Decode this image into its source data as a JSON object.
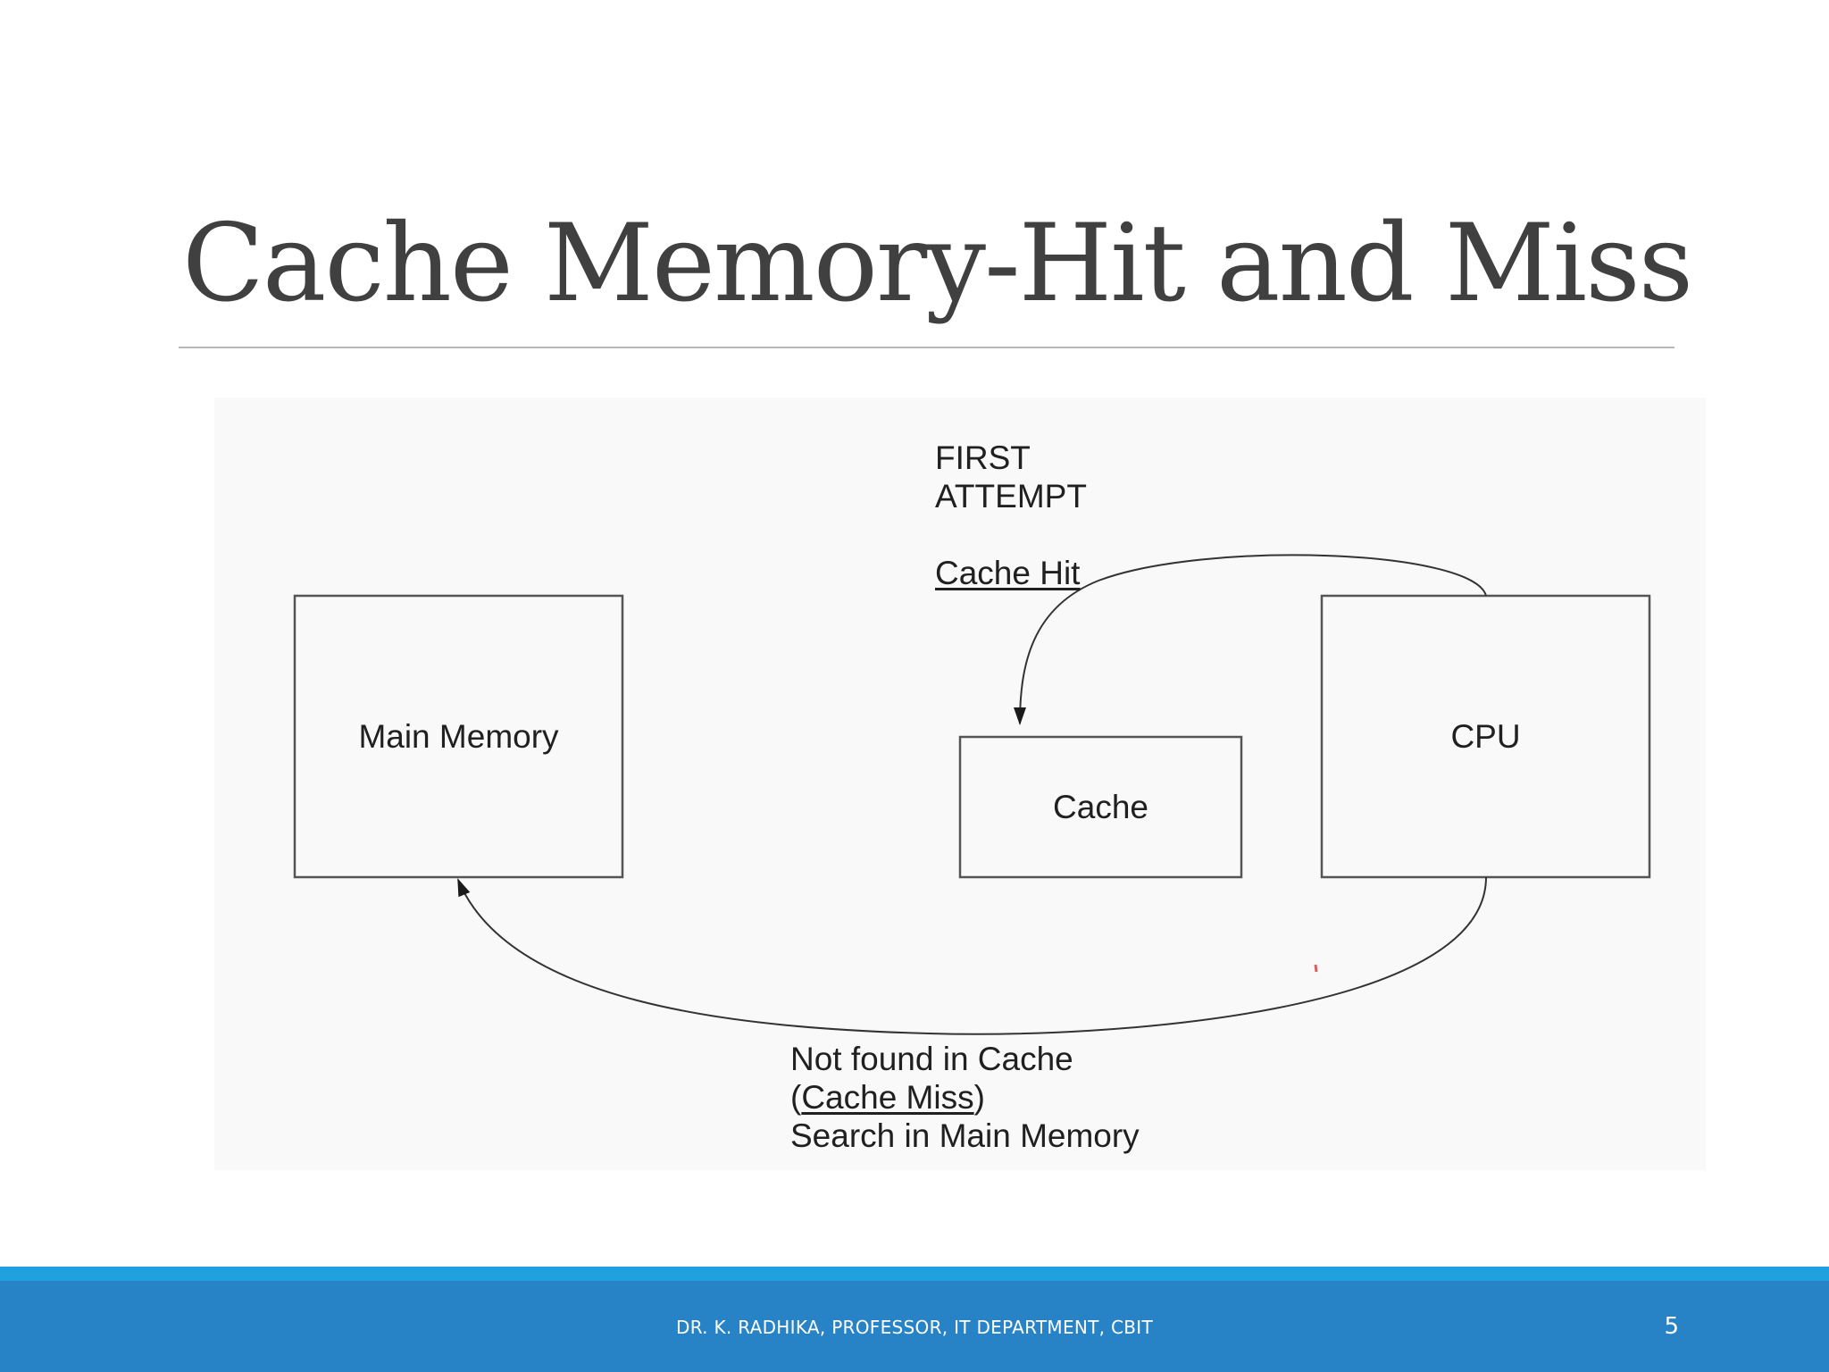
{
  "slide": {
    "title": "Cache Memory-Hit and Miss",
    "footer": "DR. K. RADHIKA, PROFESSOR, IT DEPARTMENT, CBIT",
    "page_number": "5"
  },
  "diagram": {
    "boxes": {
      "main_memory": "Main Memory",
      "cache": "Cache",
      "cpu": "CPU"
    },
    "hit_path": {
      "line1": "FIRST",
      "line2": "ATTEMPT",
      "link": "Cache Hit"
    },
    "miss_path": {
      "line1": "Not found in Cache",
      "open_paren": "(",
      "link": "Cache Miss",
      "close_paren": ")",
      "line3": "Search in Main Memory"
    }
  },
  "colors": {
    "title": "#404040",
    "footer_band": "#2783c5",
    "footer_accent": "#1ea1de",
    "diagram_background": "#f9f9f9"
  }
}
